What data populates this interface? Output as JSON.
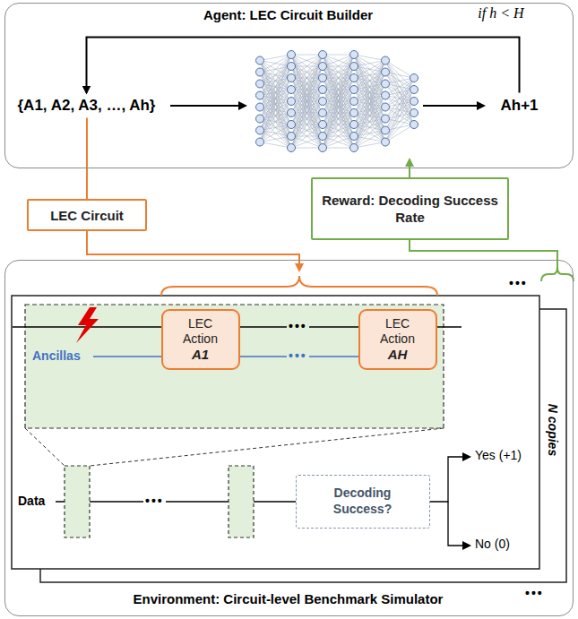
{
  "diagram": {
    "nodes": [
      {
        "text": [
          "Agent: LEC Circuit Builder",
          "if h < H"
        ]
      },
      {
        "text": [
          "{A1, A2, A3, …, Ah}"
        ],
        "in": 0
      },
      {
        "text": [
          "Ah+1"
        ],
        "in": 0
      },
      {
        "text": [
          "LEC Circuit"
        ]
      },
      {
        "text": [
          "Reward: Decoding Success Rate"
        ]
      },
      {
        "text": [
          "Environment: Circuit-level Benchmark Simulator"
        ]
      },
      {
        "text": [
          "LEC Action",
          "A1"
        ],
        "in": 5
      },
      {
        "text": [
          "LEC Action",
          "AH"
        ],
        "in": 5
      },
      {
        "text": [
          "Decoding Success?"
        ],
        "in": 5
      }
    ],
    "edges": [
      {
        "from": 2,
        "to": 1,
        "arrow": "to"
      },
      {
        "from": 1,
        "to": 3,
        "arrow": "none"
      }
    ],
    "labels": [
      "Ancillas",
      "•••",
      "•••",
      "Data",
      "•••",
      "Yes (+1)",
      "No (0)",
      "N copies",
      "•••",
      "•••"
    ]
  }
}
